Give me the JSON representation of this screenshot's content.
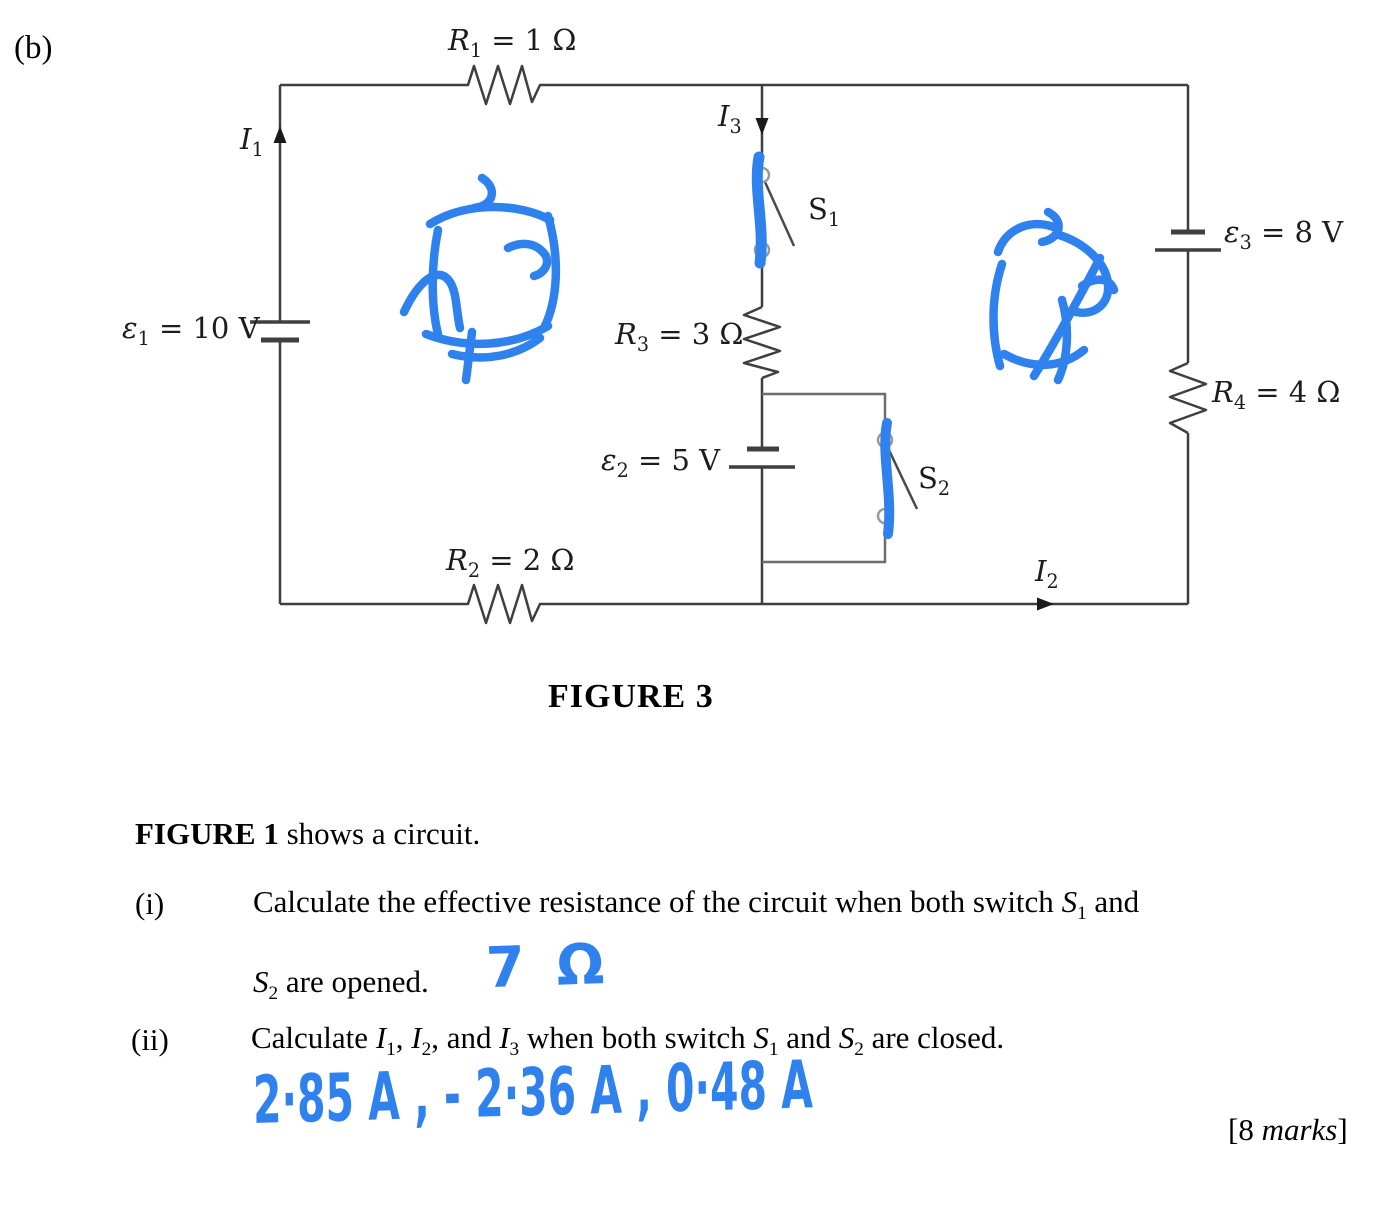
{
  "page": {
    "part_label": "(b)"
  },
  "figure": {
    "caption": "FIGURE 3",
    "labels": {
      "r1": {
        "sym": "R",
        "sub": "1",
        "rest": " = 1 Ω"
      },
      "r2": {
        "sym": "R",
        "sub": "2",
        "rest": " = 2 Ω"
      },
      "r3": {
        "sym": "R",
        "sub": "3",
        "rest": " = 3 Ω"
      },
      "r4": {
        "sym": "R",
        "sub": "4",
        "rest": " = 4 Ω"
      },
      "e1": {
        "sym": "ε",
        "sub": "1",
        "rest": " = 10 V"
      },
      "e2": {
        "sym": "ε",
        "sub": "2",
        "rest": " = 5 V"
      },
      "e3": {
        "sym": "ε",
        "sub": "3",
        "rest": " = 8 V"
      },
      "i1": {
        "sym": "I",
        "sub": "1",
        "rest": ""
      },
      "i2": {
        "sym": "I",
        "sub": "2",
        "rest": ""
      },
      "i3": {
        "sym": "I",
        "sub": "3",
        "rest": ""
      },
      "s1": {
        "sym": "S",
        "sub": "1",
        "rest": ""
      },
      "s2": {
        "sym": "S",
        "sub": "2",
        "rest": ""
      }
    }
  },
  "task": {
    "intro_bold": "FIGURE 1",
    "intro_rest": " shows a circuit.",
    "q1": {
      "num": "(i)",
      "seg1": "Calculate the effective resistance of the circuit when both switch ",
      "sw1_sym": "S",
      "sw1_sub": "1",
      "seg2": " and",
      "sw2_sym": "S",
      "sw2_sub": "2",
      "seg3": " are opened.",
      "answer_handwritten": "7 Ω"
    },
    "q2": {
      "num": "(ii)",
      "seg1": "Calculate ",
      "c1_sym": "I",
      "c1_sub": "1",
      "seg2": ", ",
      "c2_sym": "I",
      "c2_sub": "2",
      "seg3": ", and ",
      "c3_sym": "I",
      "c3_sub": "3",
      "seg4": " when both switch ",
      "sw1_sym": "S",
      "sw1_sub": "1",
      "seg5": " and ",
      "sw2_sym": "S",
      "sw2_sub": "2",
      "seg6": " are closed.",
      "answer_handwritten": "2·85 A ,  - 2·36 A ,  0·48 A"
    },
    "marks_open": "[8 ",
    "marks_italic": "marks",
    "marks_close": "]"
  },
  "colors": {
    "wire": "#3f3f3f",
    "loop_wire": "#6e6e6e",
    "annotation_blue": "#2f82ee",
    "arrow": "#1a1a1a"
  }
}
